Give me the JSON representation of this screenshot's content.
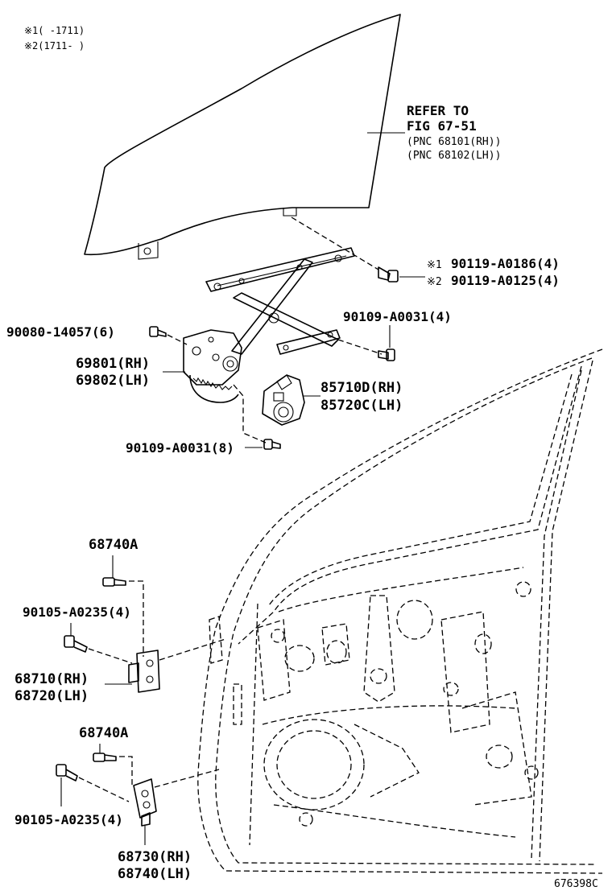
{
  "notes": [
    "※1(    -1711)",
    "※2(1711-    )"
  ],
  "glass_ref": {
    "line1": "REFER TO",
    "line2": "FIG 67-51",
    "line3": "(PNC 68101(RH))",
    "line4": "(PNC 68102(LH))"
  },
  "bolt_90119_1": {
    "mark": "※1",
    "part": "90119-A0186(4)"
  },
  "bolt_90119_2": {
    "mark": "※2",
    "part": "90119-A0125(4)"
  },
  "bolt_90109_a": "90109-A0031(4)",
  "bolt_90080": "90080-14057(6)",
  "regulator": {
    "rh": "69801(RH)",
    "lh": "69802(LH)"
  },
  "motor": {
    "rh": "85710D(RH)",
    "lh": "85720C(LH)"
  },
  "bolt_90109_b": "90109-A0031(8)",
  "bolt_68740a_upper": "68740A",
  "bolt_90105_upper": "90105-A0235(4)",
  "hinge_upper": {
    "rh": "68710(RH)",
    "lh": "68720(LH)"
  },
  "bolt_68740a_lower": "68740A",
  "bolt_90105_lower": "90105-A0235(4)",
  "hinge_lower": {
    "rh": "68730(RH)",
    "lh": "68740(LH)"
  },
  "figure_code": "676398C"
}
